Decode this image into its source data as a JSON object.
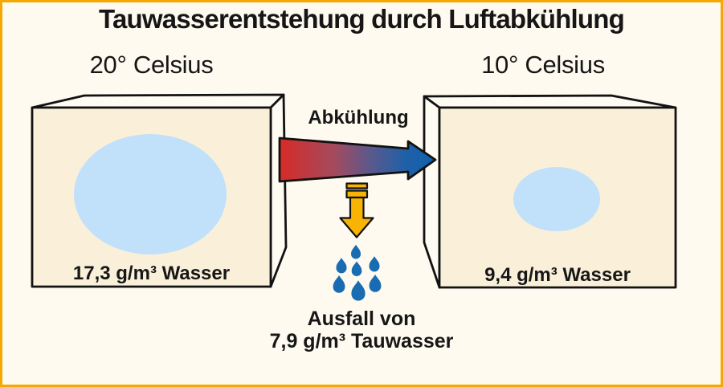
{
  "title": "Tauwasserentstehung durch Luftabkühlung",
  "left_box": {
    "temperature_label": "20° Celsius",
    "water_label": "17,3 g/m³ Wasser"
  },
  "right_box": {
    "temperature_label": "10° Celsius",
    "water_label": "9,4 g/m³ Wasser"
  },
  "process": {
    "arrow_label": "Abkühlung",
    "result_line1": "Ausfall von",
    "result_line2": "7,9 g/m³ Tauwasser"
  },
  "colors": {
    "background": "#fefaf0",
    "frame_border": "#f6a800",
    "box_front": "#faf0da",
    "box_light_face": "#fefbf2",
    "outline": "#121212",
    "vapor_ellipse": "#c0e1f9",
    "arrow_hot_red": "#d62b27",
    "arrow_cold_blue": "#0c63b0",
    "condensate_yellow": "#f9b303",
    "drop_blue": "#1a6cb2"
  }
}
